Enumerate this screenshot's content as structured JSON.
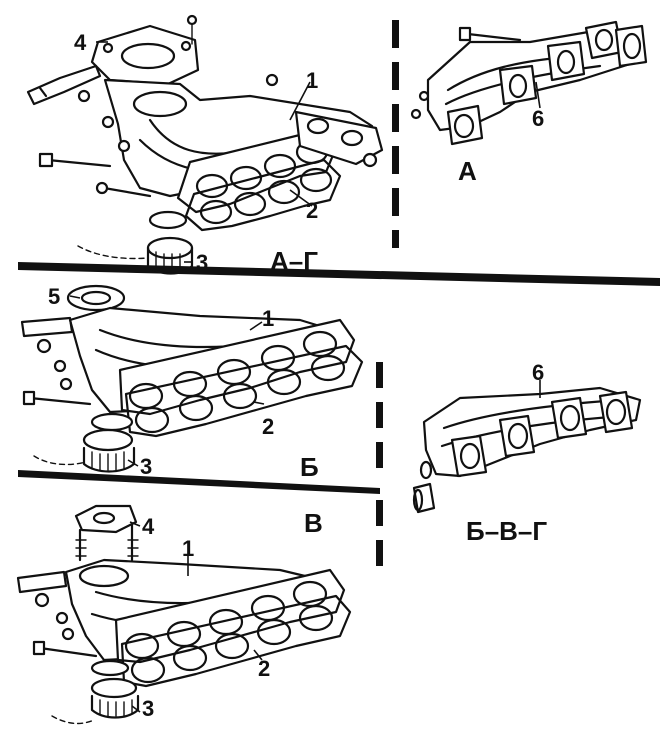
{
  "diagram": {
    "section_labels": {
      "a_g": "А–Г",
      "a": "А",
      "b": "Б",
      "v": "В",
      "b_v_g": "Б–В–Г"
    },
    "callouts": {
      "c1": "1",
      "c2": "2",
      "c3": "3",
      "c4": "4",
      "c5": "5",
      "c6": "6"
    }
  }
}
